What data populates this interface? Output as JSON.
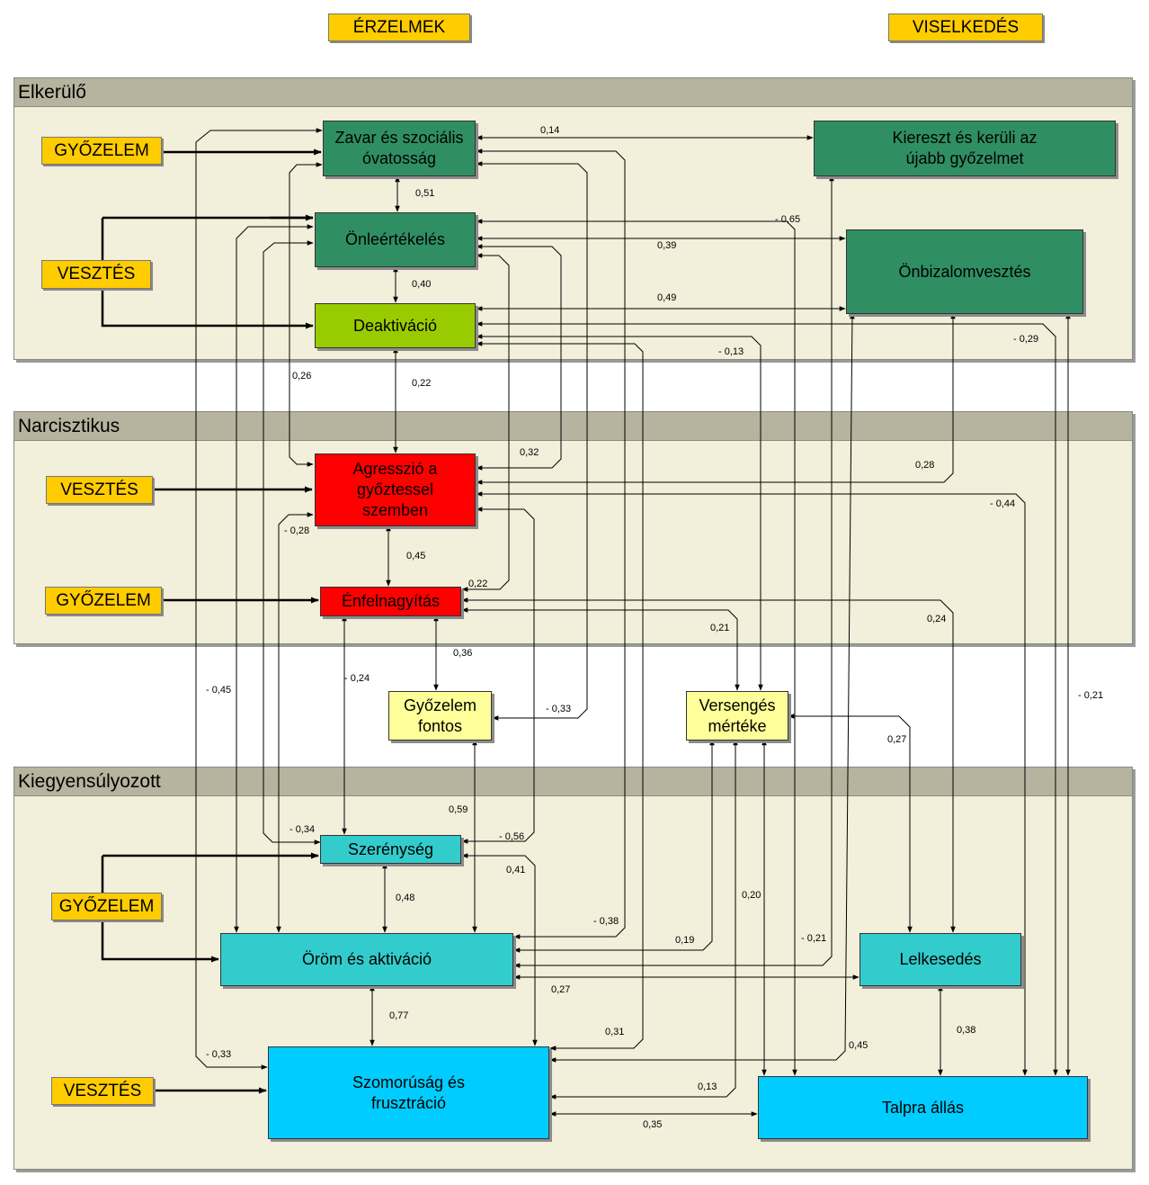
{
  "column_headers": {
    "emotions": "ÉRZELMEK",
    "behavior": "VISELKEDÉS"
  },
  "sections": {
    "avoidant": "Elkerülő",
    "narcissistic": "Narcisztikus",
    "balanced": "Kiegyensúlyozott"
  },
  "triggers": {
    "avoidant_win": "GYŐZELEM",
    "avoidant_loss": "VESZTÉS",
    "narc_loss": "VESZTÉS",
    "narc_win": "GYŐZELEM",
    "bal_win": "GYŐZELEM",
    "bal_loss": "VESZTÉS"
  },
  "nodes": {
    "zavar": "Zavar és szociális\nóvatosság",
    "kiker": "Kiereszt és kerüli az\nújabb győzelmet",
    "onle": "Önleértékelés",
    "onbiz": "Önbizalomvesztés",
    "deakt": "Deaktiváció",
    "agr": "Agresszió a\ngyőztessel\nszemben",
    "enf": "Énfelnagyítás",
    "gyf": "Győzelem\nfontos",
    "vers": "Versengés\nmértéke",
    "szer": "Szerénység",
    "orom": "Öröm és aktiváció",
    "lelk": "Lelkesedés",
    "szom": "Szomorúság és\nfrusztráció",
    "talpra": "Talpra állás"
  },
  "coefficients": [
    "0,14",
    "0,51",
    "- 0,65",
    "0,39",
    "0,40",
    "0,49",
    "- 0,29",
    "- 0,13",
    "0,26",
    "0,22",
    "0,32",
    "0,28",
    "- 0,44",
    "- 0,28",
    "0,45",
    "0,22",
    "0,24",
    "0,21",
    "0,36",
    "- 0,24",
    "- 0,45",
    "- 0,33",
    "0,27",
    "- 0,21",
    "0,59",
    "- 0,34",
    "- 0,56",
    "0,41",
    "0,48",
    "0,20",
    "- 0,38",
    "0,19",
    "- 0,21",
    "0,27",
    "0,77",
    "0,38",
    "0,31",
    "- 0,33",
    "0,45",
    "0,13",
    "0,35"
  ],
  "colors": {
    "trigger": "#ffcc00",
    "dark_green": "#2f8f63",
    "light_green": "#99cc00",
    "red": "#ff0000",
    "pale_yellow": "#ffff99",
    "teal": "#33cccc",
    "cyan": "#00ccff",
    "panel": "#f2efda",
    "panel_header": "#b6b39e"
  }
}
